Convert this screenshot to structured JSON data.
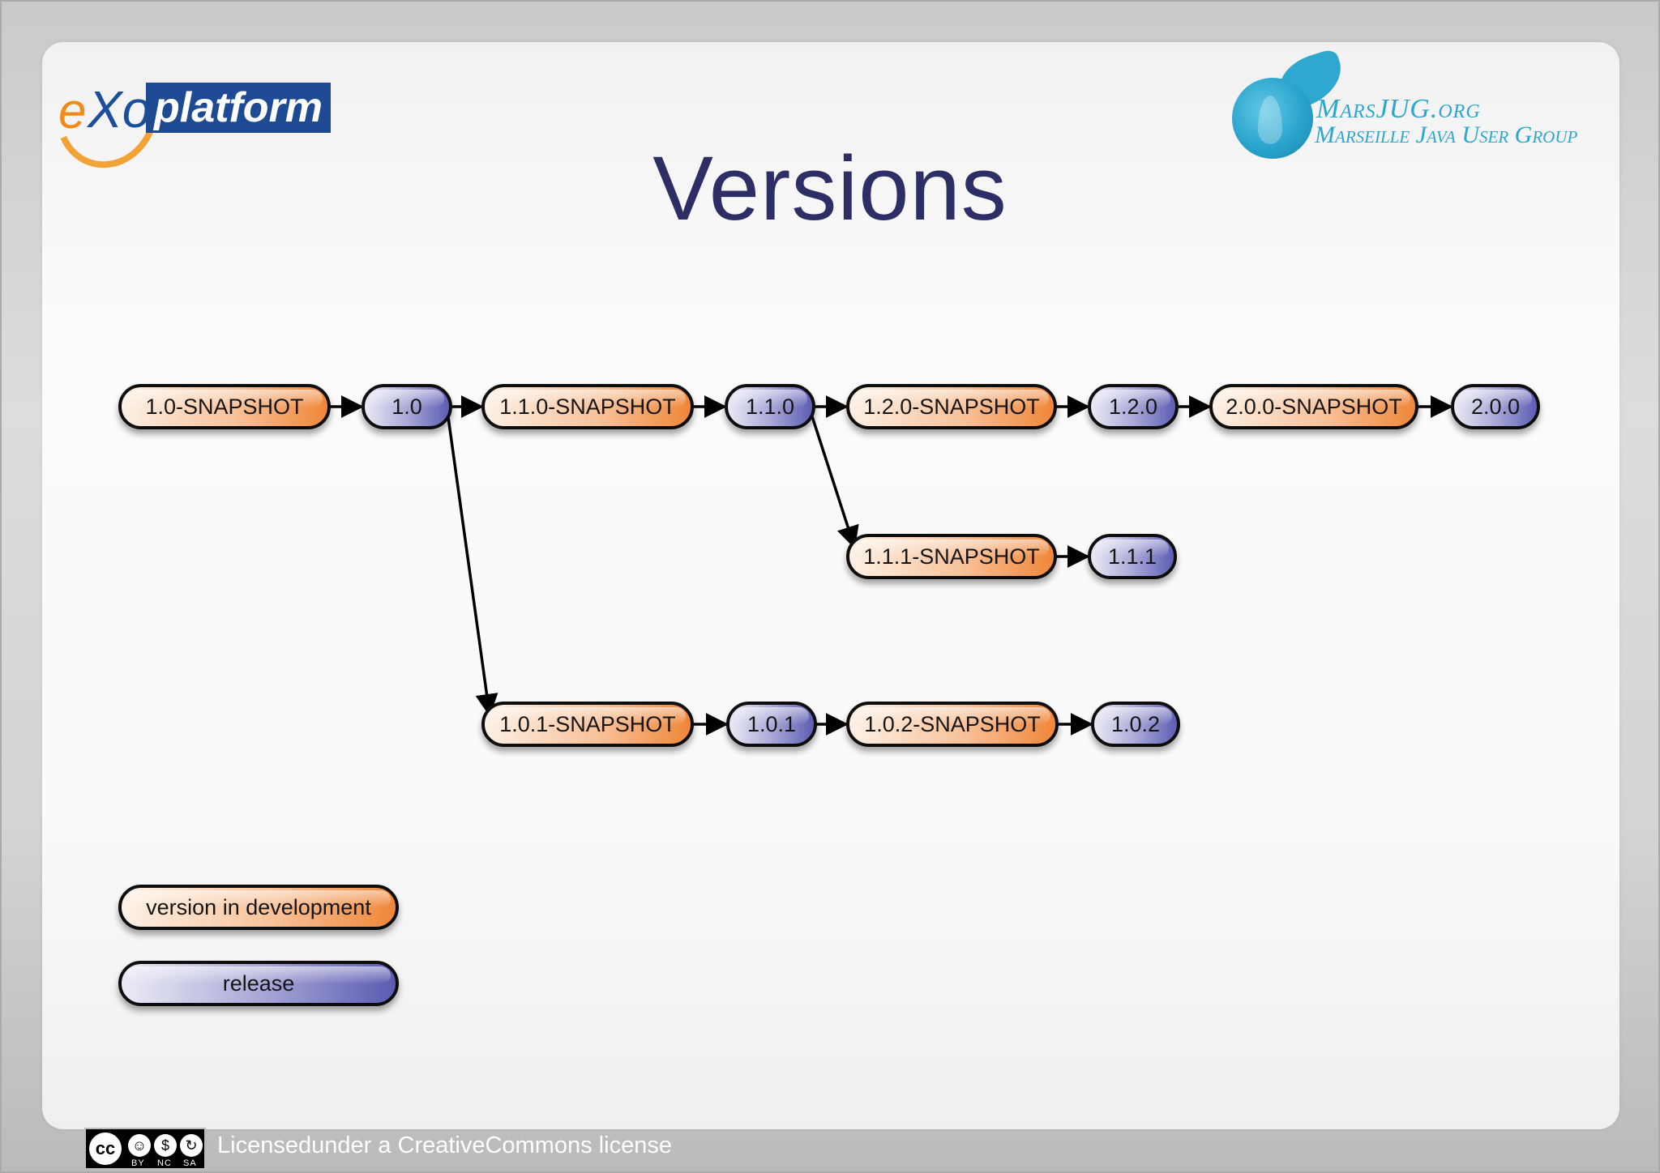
{
  "slide": {
    "title": "Versions",
    "logo_left": {
      "prefix_e": "e",
      "prefix_xo": "Xo",
      "word": "platform",
      "mark": "®"
    },
    "logo_right": {
      "name": "MarsJUG.org",
      "tagline": "Marseille Java User Group"
    },
    "license_text": "Licensedunder a CreativeCommons license",
    "license_badge": {
      "cc": "cc",
      "by": "BY",
      "nc": "NC",
      "sa": "SA"
    }
  },
  "colors": {
    "development": "#f0883a",
    "release": "#6565b8",
    "title": "#2e2e66"
  },
  "diagram": {
    "nodes": [
      {
        "id": "n10s",
        "label": "1.0-SNAPSHOT",
        "kind": "development"
      },
      {
        "id": "n10",
        "label": "1.0",
        "kind": "release"
      },
      {
        "id": "n110s",
        "label": "1.1.0-SNAPSHOT",
        "kind": "development"
      },
      {
        "id": "n110",
        "label": "1.1.0",
        "kind": "release"
      },
      {
        "id": "n120s",
        "label": "1.2.0-SNAPSHOT",
        "kind": "development"
      },
      {
        "id": "n120",
        "label": "1.2.0",
        "kind": "release"
      },
      {
        "id": "n200s",
        "label": "2.0.0-SNAPSHOT",
        "kind": "development"
      },
      {
        "id": "n200",
        "label": "2.0.0",
        "kind": "release"
      },
      {
        "id": "n111s",
        "label": "1.1.1-SNAPSHOT",
        "kind": "development"
      },
      {
        "id": "n111",
        "label": "1.1.1",
        "kind": "release"
      },
      {
        "id": "n101s",
        "label": "1.0.1-SNAPSHOT",
        "kind": "development"
      },
      {
        "id": "n101",
        "label": "1.0.1",
        "kind": "release"
      },
      {
        "id": "n102s",
        "label": "1.0.2-SNAPSHOT",
        "kind": "development"
      },
      {
        "id": "n102",
        "label": "1.0.2",
        "kind": "release"
      }
    ],
    "edges": [
      [
        "n10s",
        "n10"
      ],
      [
        "n10",
        "n110s"
      ],
      [
        "n110s",
        "n110"
      ],
      [
        "n110",
        "n120s"
      ],
      [
        "n120s",
        "n120"
      ],
      [
        "n120",
        "n200s"
      ],
      [
        "n200s",
        "n200"
      ],
      [
        "n110",
        "n111s"
      ],
      [
        "n111s",
        "n111"
      ],
      [
        "n10",
        "n101s"
      ],
      [
        "n101s",
        "n101"
      ],
      [
        "n101",
        "n102s"
      ],
      [
        "n102s",
        "n102"
      ]
    ],
    "legend": [
      {
        "id": "lg-dev",
        "label": "version in development",
        "kind": "development"
      },
      {
        "id": "lg-rel",
        "label": "release",
        "kind": "release"
      }
    ]
  }
}
